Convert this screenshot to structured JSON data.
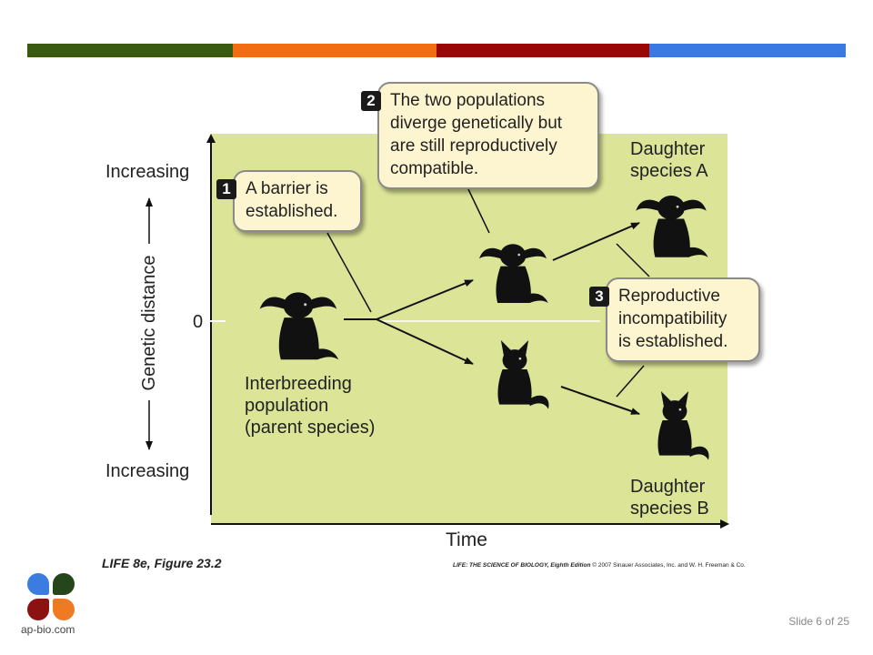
{
  "colors": {
    "bar_green": "#3a5a12",
    "bar_orange": "#f36c12",
    "bar_red": "#9a0606",
    "bar_blue": "#3a78e4",
    "panel": "#dbe497",
    "logo_blue": "#3b7ce0",
    "logo_green": "#24461a",
    "logo_red": "#8c1212",
    "logo_orange": "#ef7a22"
  },
  "diagram": {
    "axis_y": {
      "label": "Genetic distance",
      "top_label": "Increasing",
      "bottom_label": "Increasing",
      "zero_label": "0"
    },
    "axis_x": {
      "label": "Time"
    },
    "parent_label": [
      "Interbreeding",
      "population",
      "(parent species)"
    ],
    "daughter_a": [
      "Daughter",
      "species A"
    ],
    "daughter_b": [
      "Daughter",
      "species B"
    ],
    "steps": [
      {
        "num": "1",
        "text": [
          "A barrier is",
          "established."
        ]
      },
      {
        "num": "2",
        "text": [
          "The two populations",
          "diverge genetically but",
          "are still reproductively",
          "compatible."
        ]
      },
      {
        "num": "3",
        "text": [
          "Reproductive",
          "incompatibility",
          "is established."
        ]
      }
    ],
    "animals": {
      "parent": "dog-icon",
      "upper_mid": "dog-icon",
      "lower_mid": "cat-icon",
      "daughter_a": "dog-icon",
      "daughter_b": "cat-icon"
    }
  },
  "caption": "LIFE 8e, Figure 23.2",
  "credit": {
    "title": "LIFE: THE SCIENCE OF BIOLOGY, Eighth Edition",
    "rest": " © 2007 Sinauer Associates, Inc. and W. H. Freeman & Co."
  },
  "logo_text": "ap-bio.com",
  "slide_number": "Slide 6 of 25"
}
